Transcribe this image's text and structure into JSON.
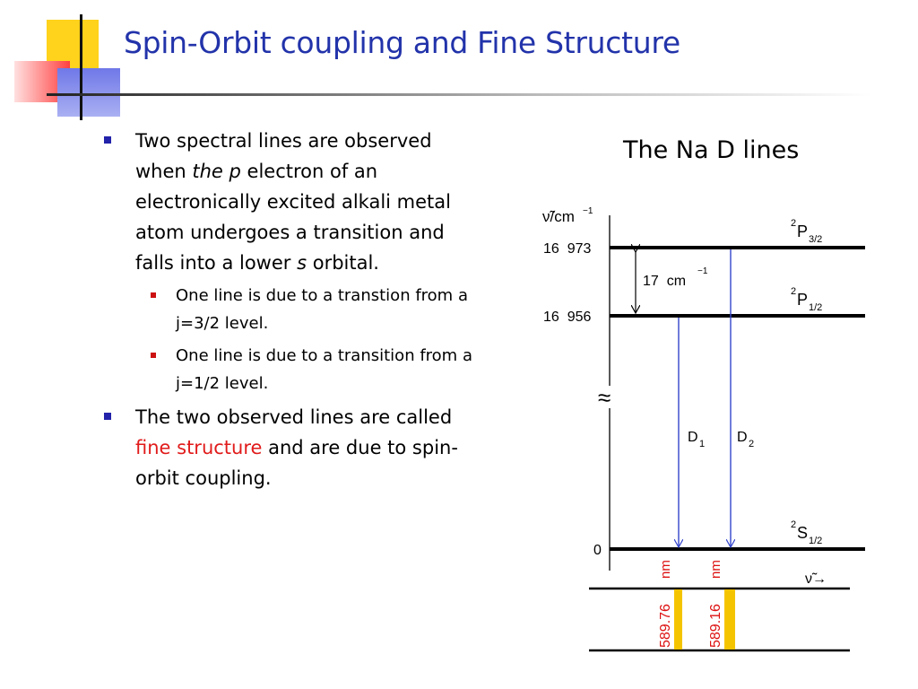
{
  "slide": {
    "title": "Spin-Orbit coupling and Fine Structure",
    "accent_color": "#2233aa",
    "highlight_color": "#e11b1b"
  },
  "bullets": {
    "b1": {
      "t1": "Two spectral lines are observed when ",
      "t2": "the p",
      "t3": " electron of an electronically excited alkali metal atom undergoes a transition and falls into a lower ",
      "t4": "s",
      "t5": " orbital."
    },
    "sub1": "One line is due to a transtion from a j=3/2 level.",
    "sub2": "One line is due to a transition from a j=1/2 level.",
    "b2": {
      "t1": "The two observed lines are called ",
      "t2": "fine structure",
      "t3": " and are due to spin-orbit coupling."
    }
  },
  "diagram": {
    "title": "The Na D lines",
    "axis_label": "ν̃/cm",
    "axis_exp": "−1",
    "ticks": [
      "16  973",
      "16  956",
      "0"
    ],
    "gap": {
      "value": "17  cm",
      "exp": "−1"
    },
    "levels": [
      {
        "sup": "2",
        "term": "P",
        "sub": "3/2"
      },
      {
        "sup": "2",
        "term": "P",
        "sub": "1/2"
      },
      {
        "sup": "2",
        "term": "S",
        "sub": "1/2"
      }
    ],
    "lines": [
      {
        "name": "D",
        "sub": "1",
        "wavelength": "589.76",
        "unit": "nm"
      },
      {
        "name": "D",
        "sub": "2",
        "wavelength": "589.16",
        "unit": "nm"
      }
    ],
    "nu_arrow": "ν̃→",
    "break_mark": "≈",
    "line_color": "#3344cc",
    "wavelength_color": "#dd1111",
    "stripe_color": "#f5c400"
  }
}
